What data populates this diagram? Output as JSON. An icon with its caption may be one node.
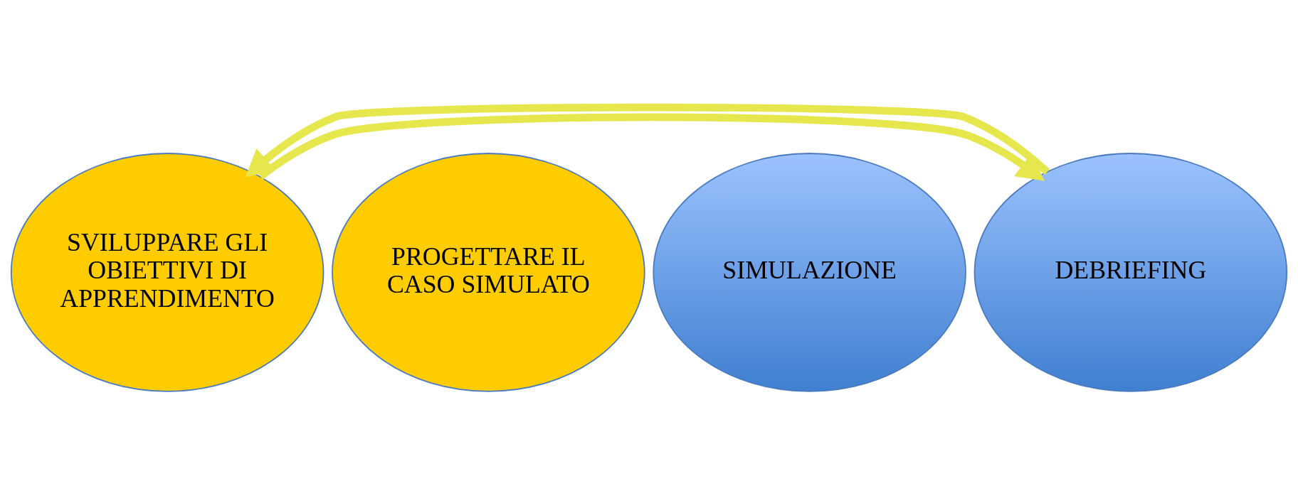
{
  "diagram": {
    "nodes": [
      {
        "text": [
          "SVILUPPARE GLI OBIETTIVI DI APPRENDIMENTO"
        ]
      },
      {
        "text": [
          "PROGETTARE IL CASO SIMULATO"
        ]
      },
      {
        "text": [
          "SIMULAZIONE"
        ]
      },
      {
        "text": [
          "DEBRIEFING"
        ]
      }
    ],
    "edges": [
      {
        "from": 0,
        "to": 3,
        "arrow": "to"
      },
      {
        "from": 3,
        "to": 0,
        "arrow": "to"
      }
    ]
  }
}
